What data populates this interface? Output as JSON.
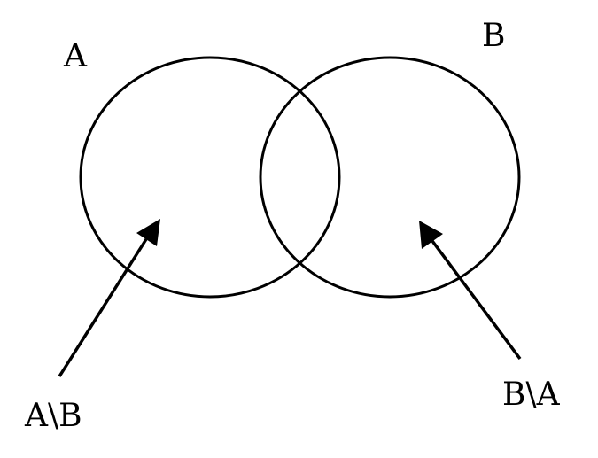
{
  "diagram": {
    "type": "venn",
    "sets": {
      "a": {
        "label": "A"
      },
      "b": {
        "label": "B"
      }
    },
    "regions": {
      "a_minus_b": {
        "label": "A\\B"
      },
      "b_minus_a": {
        "label": "B\\A"
      }
    },
    "stroke_color": "#000000",
    "background_color": "#ffffff"
  }
}
